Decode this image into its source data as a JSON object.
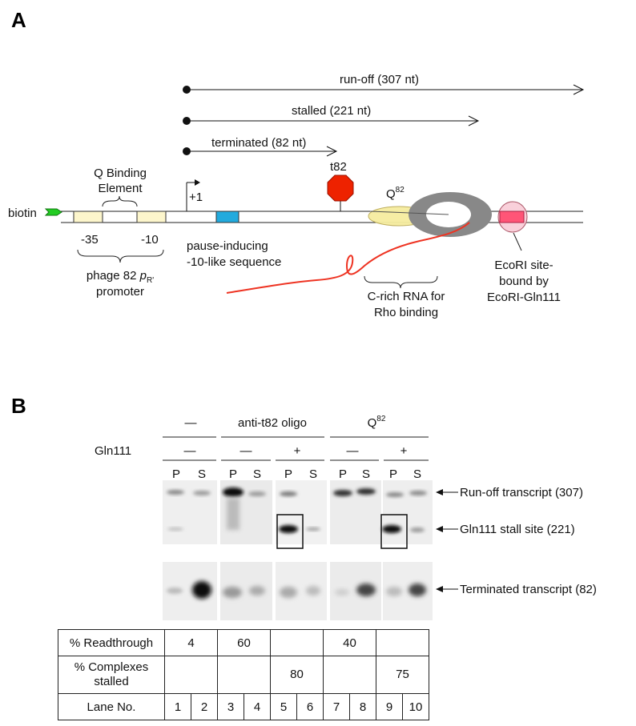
{
  "panel_a": {
    "letter": "A",
    "transcripts": {
      "runoff": "run-off (307 nt)",
      "stalled": "stalled (221 nt)",
      "terminated": "terminated (82 nt)"
    },
    "biotin": "biotin",
    "q_binding_line1": "Q Binding",
    "q_binding_line2": "Element",
    "plus_one": "+1",
    "t82": "t82",
    "q82_base": "Q",
    "q82_sup": "82",
    "minus35": "-35",
    "minus10": "-10",
    "pause_line1": "pause-inducing",
    "pause_line2": "-10-like sequence",
    "promoter_line1_a": "phage 82 ",
    "promoter_line1_p": "p",
    "promoter_line1_sub": "R'",
    "promoter_line2": "promoter",
    "crich_line1": "C-rich RNA for",
    "crich_line2": "Rho binding",
    "ecori_line1": "EcoRI site-",
    "ecori_line2": "bound by",
    "ecori_line3": "EcoRI-Gln111"
  },
  "panel_b": {
    "letter": "B",
    "group_none": "—",
    "group_anti": "anti-t82 oligo",
    "group_q_base": "Q",
    "group_q_sup": "82",
    "gln111_label": "Gln111",
    "gln111_signs": [
      "—",
      "—",
      "+",
      "—",
      "+"
    ],
    "lane_types": [
      "P",
      "S",
      "P",
      "S",
      "P",
      "S",
      "P",
      "S",
      "P",
      "S"
    ],
    "band_labels": {
      "runoff": "Run-off transcript (307)",
      "stall": "Gln111 stall site (221)",
      "terminated": "Terminated transcript (82)"
    },
    "table": {
      "readthrough_label": "% Readthrough",
      "readthrough_values": [
        "4",
        "60",
        "",
        "40",
        ""
      ],
      "complexes_label_1": "% Complexes",
      "complexes_label_2": "stalled",
      "complexes_values": [
        "",
        "",
        "80",
        "",
        "75"
      ],
      "lane_label": "Lane No.",
      "lanes": [
        "1",
        "2",
        "3",
        "4",
        "5",
        "6",
        "7",
        "8",
        "9",
        "10"
      ]
    }
  },
  "colors": {
    "green_biotin": "#22cc22",
    "promoter_box": "#fdf6cc",
    "pause_box": "#22aadd",
    "stop_sign": "#ee2200",
    "rna": "#ee3322",
    "polymerase": "#888888",
    "q_oval": "#f6eda0",
    "ecori_circle": "#f9d0da",
    "ecori_box": "#ff5577"
  }
}
